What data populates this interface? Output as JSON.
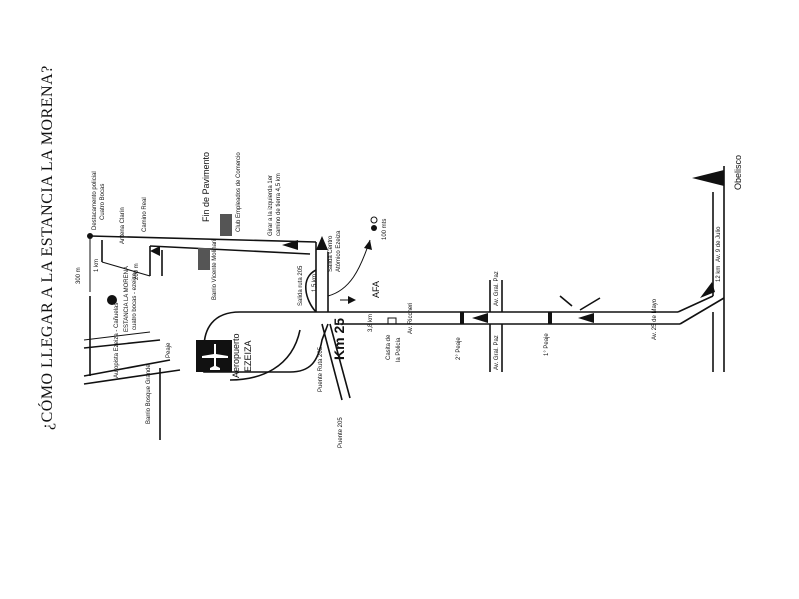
{
  "map": {
    "title": "¿CÓMO LLEGAR A LA ESTANCIA LA MORENA?",
    "km_marker": "Km 25",
    "airport_line1": "Aeropuerto",
    "airport_line2": "EZEIZA",
    "obelisco": "Obelisco",
    "av_9_de_julio": "Av. 9 de Julio",
    "distance_12km": "12 km",
    "av_25_de_mayo": "Av. 25 de Mayo",
    "peaje_1": "1° Peaje",
    "peaje_2": "2° Peaje",
    "av_gral_paz_top": "Av. Gral. Paz",
    "av_gral_paz_bottom": "Av. Gral. Paz",
    "av_riccheri": "Av. Riccheri",
    "distance_38km": "3,8 km",
    "casita_line1": "Casita de",
    "casita_line2": "la Policía",
    "afa": "AFA",
    "salida_line1": "Salida Centro",
    "salida_line2": "Atómico Ezeiza",
    "salida_205": "Salida ruta 205",
    "distance_15km": "1,5 km",
    "puente_205": "Puente 205",
    "puente_ruta_205": "Puente Ruta 205",
    "fin_pavimento": "Fin de Pavimento",
    "club_empleados": "Club Empleados de Comercio",
    "girar_line1": "Girar a la izquierda 1er",
    "girar_line2": "camino de tierra 4,5 km",
    "destacamento_line1": "Destacamento policial",
    "destacamento_line2": "Cuatro Bocas",
    "antena": "Antena Clarín",
    "camino_real": "Camino Real",
    "barrio_vicente": "Barrio Vicente Molinari",
    "estancia_line1": "ESTANCIA LA MORENA",
    "estancia_line2": "cuatro bocas - ezeiza",
    "peaje_left": "Peaje",
    "barrio_bosque": "Barrio Bosque Grande",
    "autopista": "Autopista Ezeiza - Cañuelas",
    "dist_300m": "300 m",
    "dist_200m": "200 m",
    "dist_1km": "1 km",
    "dist_100mts": "100 mts"
  }
}
